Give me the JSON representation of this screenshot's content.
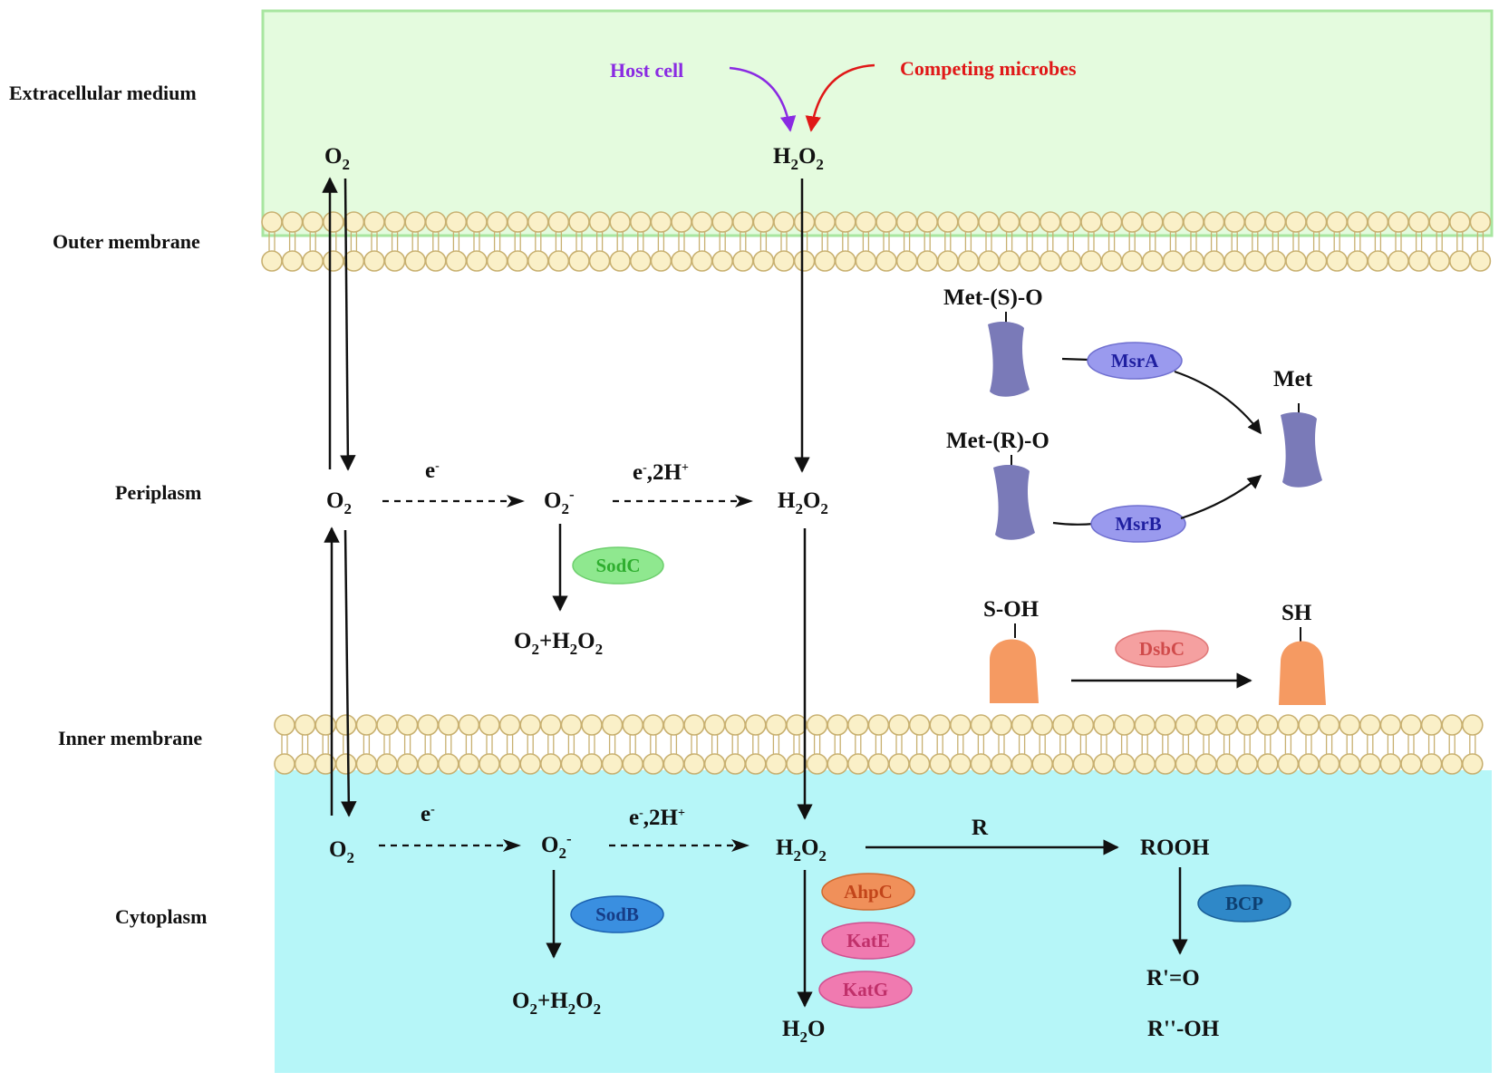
{
  "regions": {
    "extracellular": "Extracellular medium",
    "outer_membrane": "Outer membrane",
    "periplasm": "Periplasm",
    "inner_membrane": "Inner membrane",
    "cytoplasm": "Cytoplasm"
  },
  "sources": {
    "host_cell": "Host cell",
    "competing_microbes": "Competing microbes"
  },
  "chem": {
    "o2_base": "O",
    "sub2": "2",
    "h_base": "H",
    "o_base": "O",
    "superoxide_minus": "-",
    "electron": "e",
    "e_minus": "-",
    "e_2h": "e",
    "comma_2h": ",2H",
    "plus": "+",
    "plus_sep": "+",
    "r": "R",
    "rooh": "ROOH",
    "r_prime_o": "R'=O",
    "r_dprime_oh": "R''-OH",
    "met_s_o": "Met-(S)-O",
    "met_r_o": "Met-(R)-O",
    "met": "Met",
    "s_oh": "S-OH",
    "sh": "SH"
  },
  "enzymes": {
    "sodc": {
      "label": "SodC",
      "color": "#8fe88f",
      "text": "#2fae2f"
    },
    "sodb": {
      "label": "SodB",
      "color": "#3a8fe0",
      "text": "#1a4fa8"
    },
    "msra": {
      "label": "MsrA",
      "color": "#9a9aee",
      "text": "#1f1fa0"
    },
    "msrb": {
      "label": "MsrB",
      "color": "#9a9aee",
      "text": "#1f1fa0"
    },
    "dsbc": {
      "label": "DsbC",
      "color": "#f5a0a0",
      "text": "#d04a4a"
    },
    "ahpc": {
      "label": "AhpC",
      "color": "#f0905a",
      "text": "#c2451a"
    },
    "kate": {
      "label": "KatE",
      "color": "#f07ab0",
      "text": "#c0306a"
    },
    "katg": {
      "label": "KatG",
      "color": "#f07ab0",
      "text": "#c0306a"
    },
    "bcp": {
      "label": "BCP",
      "color": "#2f88c8",
      "text": "#0e4a80"
    }
  },
  "colors": {
    "extracellular_fill": "#e4fbde",
    "extracellular_border": "#a8e6a0",
    "cytoplasm_fill": "#b6f6f8",
    "lipid_head": "#faf0c8",
    "lipid_stroke": "#c8b070",
    "host_cell": "#8a2be2",
    "competing_microbes": "#e01818",
    "protein_met": "#7a7ab8",
    "protein_dsb": "#f59a62"
  }
}
